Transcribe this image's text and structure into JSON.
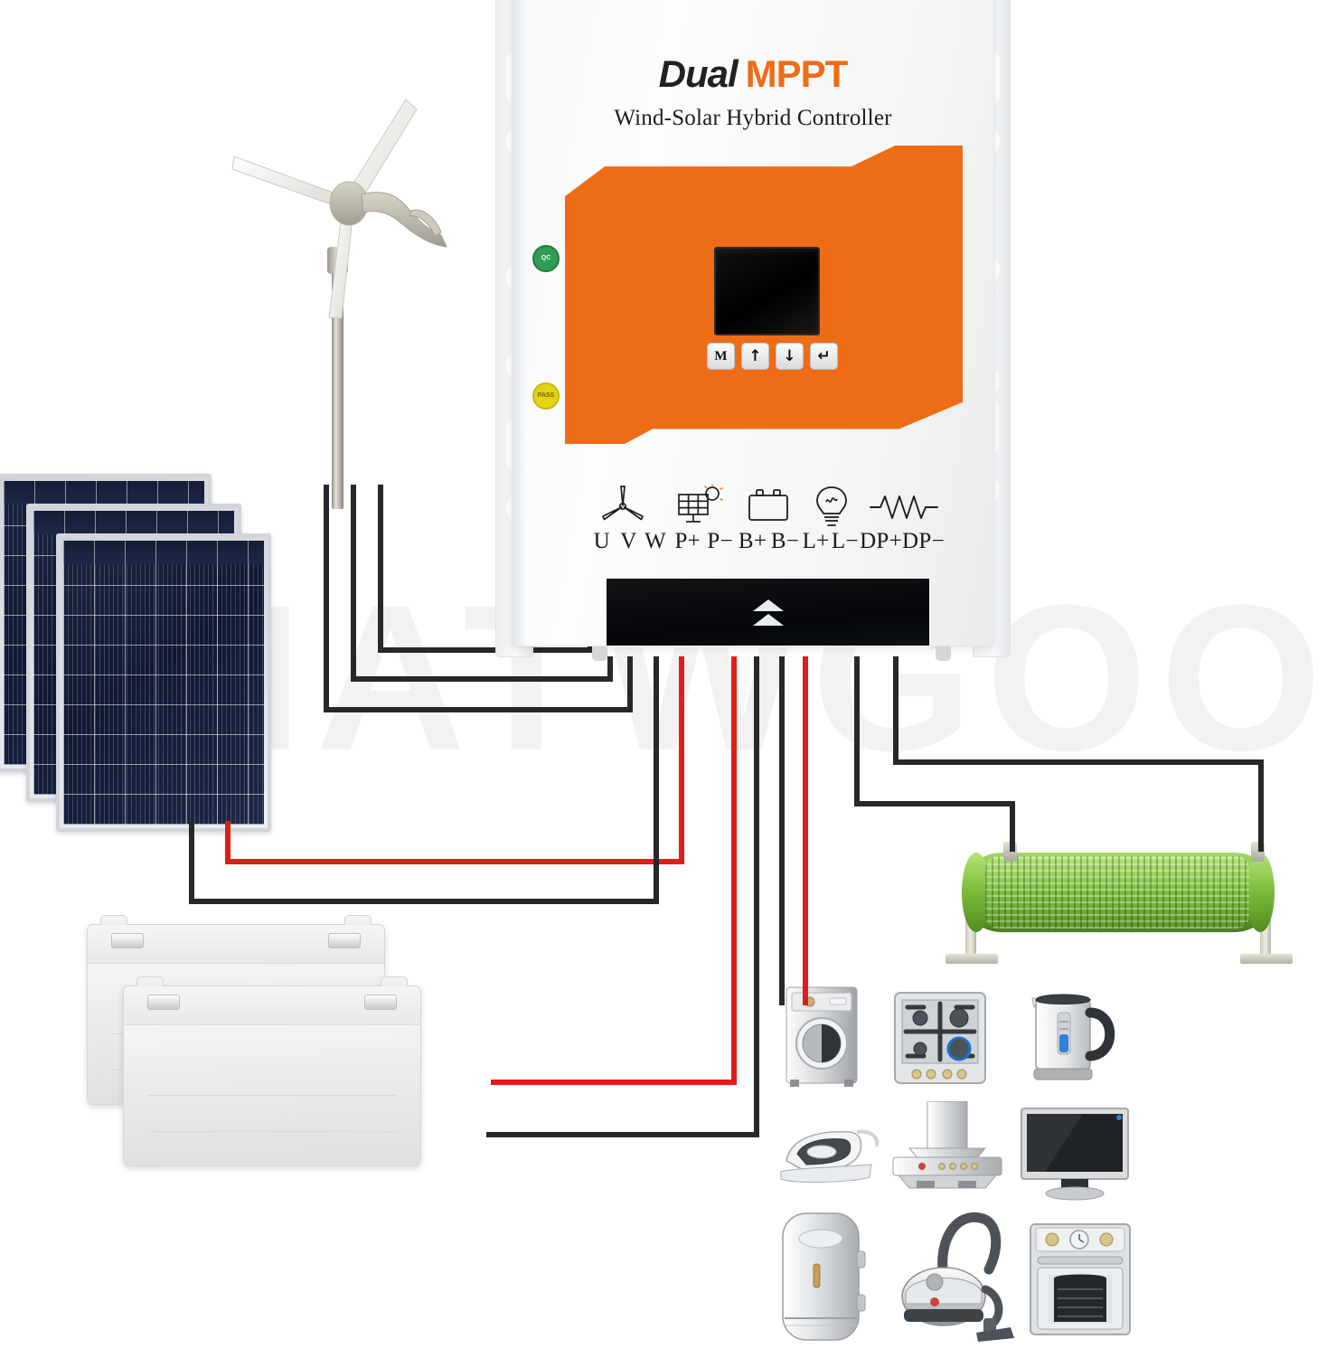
{
  "diagram": {
    "title": "Dual MPPT Wind-Solar Hybrid Controller wiring diagram",
    "watermark": "VNATWGOO",
    "colors": {
      "accent_orange": "#ef6c17",
      "wire_positive": "#dd1f18",
      "wire_negative": "#26282b",
      "resistor_green": "#7fc03f",
      "panel_blue": "#101834",
      "case_white": "#f7f8f9"
    }
  },
  "controller": {
    "brand_primary": "Dual",
    "brand_secondary": "MPPT",
    "subtitle": "Wind-Solar Hybrid Controller",
    "display": {
      "name": "lcd-screen",
      "content": ""
    },
    "keys": [
      {
        "id": "menu",
        "label": "M"
      },
      {
        "id": "up",
        "label": "↑"
      },
      {
        "id": "down",
        "label": "↓"
      },
      {
        "id": "enter",
        "label": "↵"
      }
    ],
    "stickers": [
      {
        "id": "green-qc",
        "text": "QC"
      },
      {
        "id": "yellow-pass",
        "text": "PASS"
      }
    ],
    "terminal_groups": [
      {
        "icon": "wind-turbine-icon",
        "labels": [
          "U",
          "V",
          "W"
        ]
      },
      {
        "icon": "solar-panel-icon",
        "labels": [
          "P+",
          "P−"
        ]
      },
      {
        "icon": "battery-icon",
        "labels": [
          "B+",
          "B−"
        ]
      },
      {
        "icon": "lightbulb-load-icon",
        "labels": [
          "L+",
          "L−"
        ]
      },
      {
        "icon": "resistor-icon",
        "labels": [
          "DP+",
          "DP−"
        ]
      }
    ],
    "terminal_labels_flat": [
      "U",
      "V",
      "W",
      "P+",
      "P−",
      "B+",
      "B−",
      "L+",
      "L−",
      "DP+",
      "DP−"
    ],
    "cover_logo": "double-chevron-logo"
  },
  "sources": {
    "wind_turbine": {
      "name": "wind-turbine",
      "blades": 3,
      "wires": 3,
      "wire_colors": [
        "black",
        "black",
        "black"
      ],
      "terminals": [
        "U",
        "V",
        "W"
      ]
    },
    "solar_array": {
      "name": "solar-panel-array",
      "panel_count": 3,
      "wire_colors": [
        "red",
        "black"
      ],
      "terminals": [
        "P+",
        "P−"
      ]
    }
  },
  "storage": {
    "battery_bank": {
      "name": "battery-bank",
      "battery_count": 2,
      "wire_colors": [
        "red",
        "black"
      ],
      "terminals": [
        "B+",
        "B−"
      ]
    }
  },
  "loads": {
    "dump_load": {
      "name": "dump-load-resistor",
      "wire_colors": [
        "black",
        "black"
      ],
      "terminals": [
        "DP+",
        "DP−"
      ]
    },
    "appliance_grid": {
      "name": "ac-load-appliances",
      "terminals": [
        "L+",
        "L−"
      ],
      "items": [
        {
          "id": "washing-machine",
          "label": "Washing machine"
        },
        {
          "id": "gas-cooktop",
          "label": "Gas cooktop"
        },
        {
          "id": "electric-kettle",
          "label": "Electric kettle"
        },
        {
          "id": "clothes-iron",
          "label": "Clothes iron"
        },
        {
          "id": "range-hood",
          "label": "Range hood"
        },
        {
          "id": "television",
          "label": "Television"
        },
        {
          "id": "water-heater",
          "label": "Water heater"
        },
        {
          "id": "vacuum-cleaner",
          "label": "Vacuum cleaner"
        },
        {
          "id": "oven",
          "label": "Oven"
        }
      ]
    }
  }
}
